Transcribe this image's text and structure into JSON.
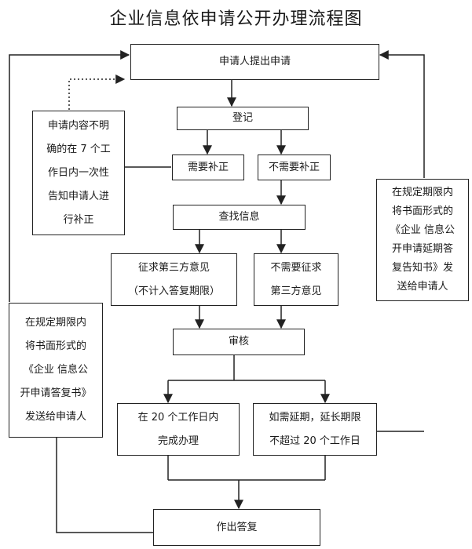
{
  "title": "企业信息依申请公开办理流程图",
  "boxes": {
    "applicant": "申请人提出申请",
    "register": "登记",
    "need_supplement": "需要补正",
    "no_supplement": "不需要补正",
    "supplement_note": "申请内容不明\n确的在 7 个工\n作日内一次性\n告知申请人进\n行补正",
    "search": "查找信息",
    "third_party": "征求第三方意见\n（不计入答复期限）",
    "no_third_party": "不需要征求\n第三方意见",
    "review": "审核",
    "within_20": "在 20 个工作日内\n完成办理",
    "extension": "如需延期，延长期限\n不超过 20 个工作日",
    "reply": "作出答复",
    "left_note": "在规定期限内\n将书面形式的\n《企业 信息公\n开申请答复书》\n发送给申请人",
    "right_note": "在规定期限内\n将书面形式的\n《企业 信息公\n开申请延期答\n复告知书》发\n送给申请人"
  }
}
